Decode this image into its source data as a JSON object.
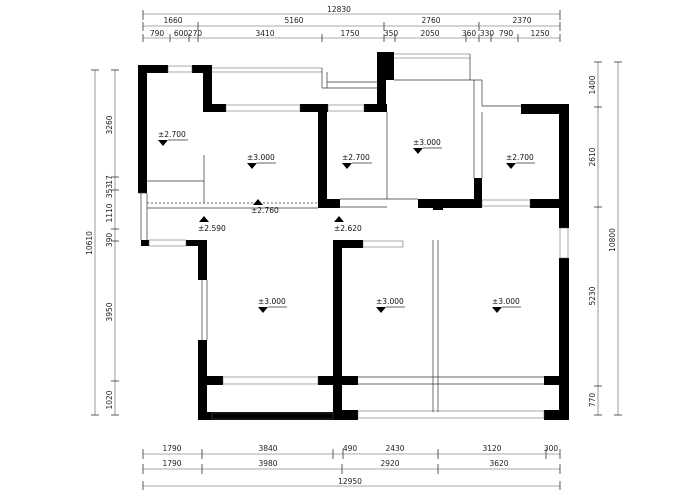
{
  "top_dims": {
    "overall": "12830",
    "row1": [
      "1660",
      "5160",
      "2760",
      "2370"
    ],
    "row2": [
      "790",
      "600",
      "270",
      "3410",
      "1750",
      "350",
      "2050",
      "360",
      "330",
      "790",
      "1250"
    ]
  },
  "bottom_dims": {
    "row1": [
      "1790",
      "3840",
      "490",
      "2430",
      "3120",
      "300"
    ],
    "row2": [
      "1790",
      "3980",
      "2920",
      "3620"
    ],
    "overall": "12950"
  },
  "left_dims": {
    "overall": "10610",
    "segments": [
      "3260",
      "353",
      "1110",
      "390",
      "3950",
      "1020"
    ],
    "small": "17"
  },
  "right_dims": {
    "overall": "10800",
    "segments": [
      "1400",
      "2610",
      "5230",
      "770"
    ]
  },
  "levels": [
    "±2.700",
    "±3.000",
    "±2.700",
    "±3.000",
    "±2.700",
    "±2.760",
    "±2.590",
    "±2.620",
    "±3.000",
    "±3.000",
    "±3.000"
  ]
}
